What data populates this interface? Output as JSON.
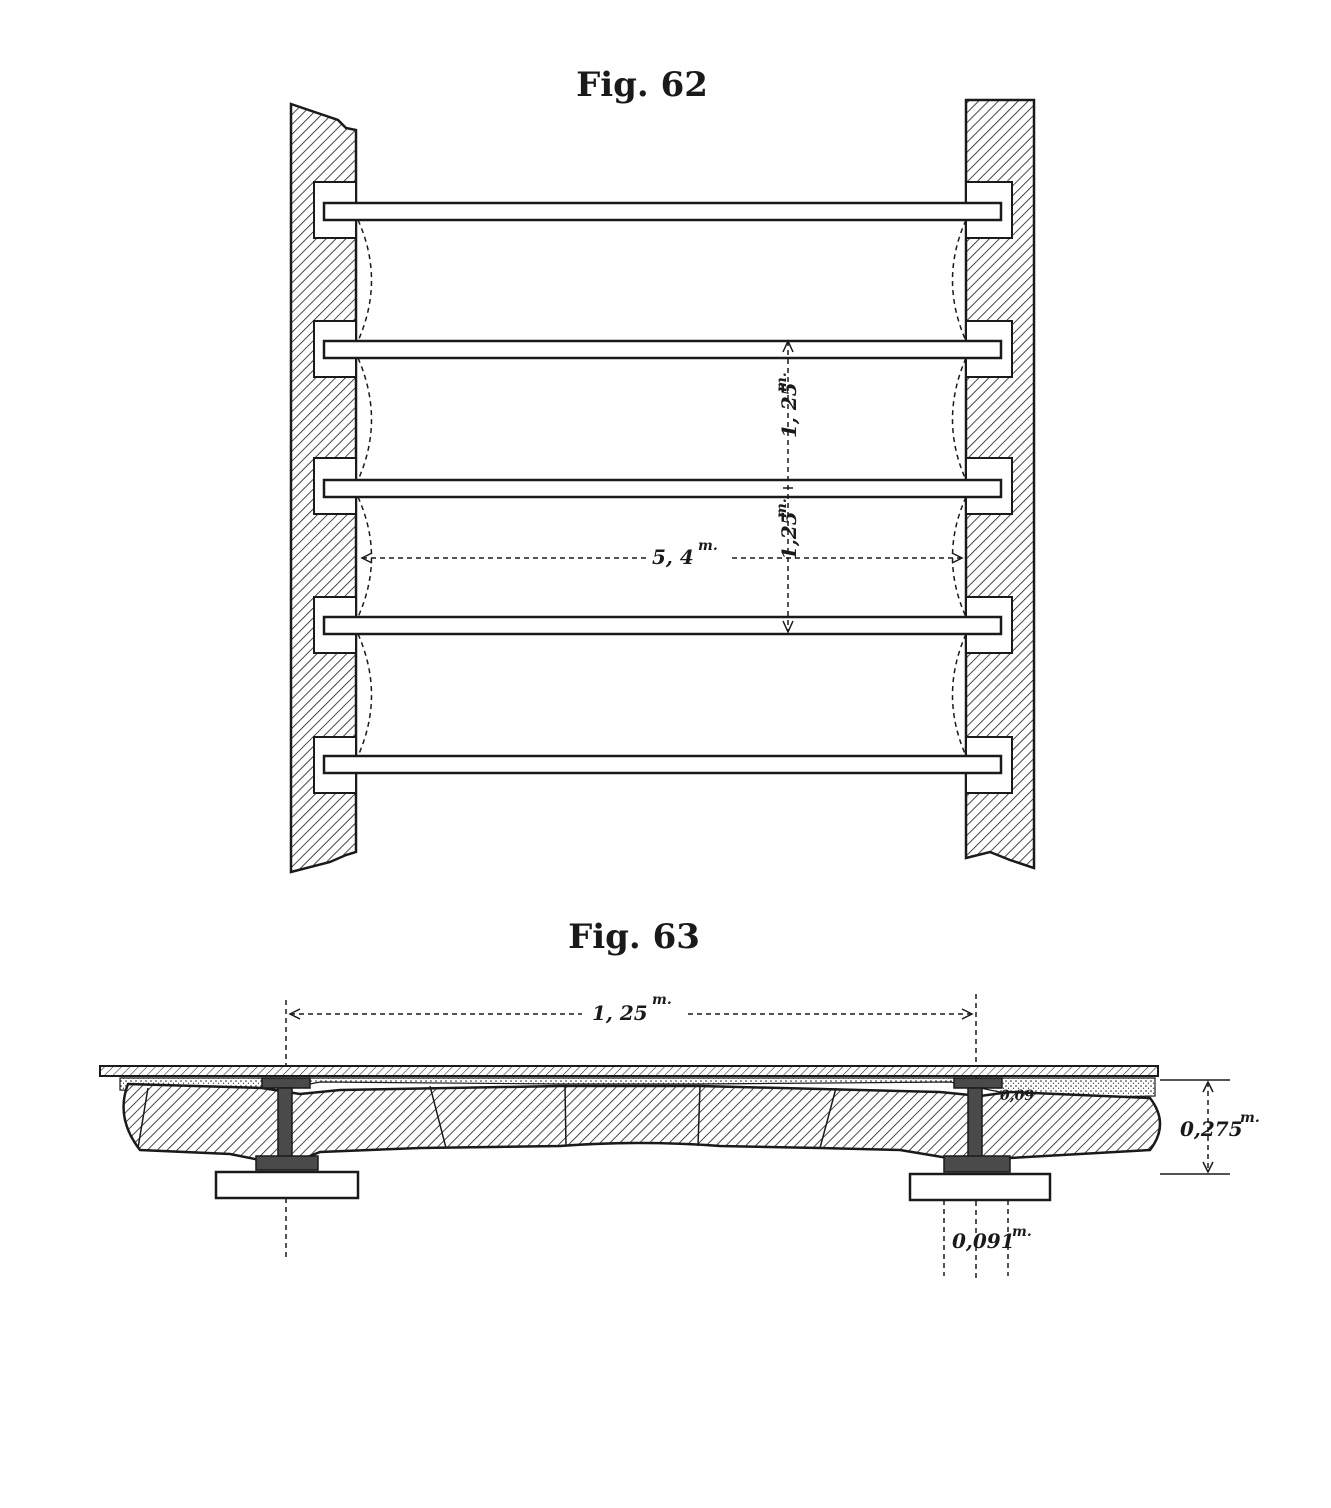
{
  "fig62": {
    "title": "Fig. 62",
    "dim_spacing": "1, 25",
    "dim_spacing_unit": "m.",
    "dim_spacing_2": "1,25",
    "dim_spacing_2_unit": "m.",
    "dim_span": "5, 4",
    "dim_span_unit": "m."
  },
  "fig63": {
    "title": "Fig. 63",
    "dim_span": "1, 25",
    "dim_span_unit": "m.",
    "dim_depth": "0,275",
    "dim_depth_unit": "m.",
    "dim_flange": "0,091",
    "dim_flange_unit": "m.",
    "dim_small": "0,09"
  }
}
